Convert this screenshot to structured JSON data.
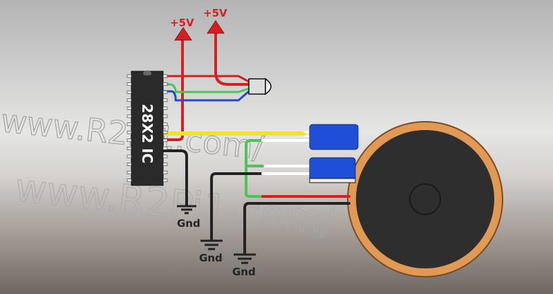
{
  "diagram": {
    "ic_label": "28X2 IC",
    "power_labels": [
      "+5V",
      "+5V"
    ],
    "ground_labels": [
      "Gnd",
      "Gnd",
      "Gnd"
    ],
    "watermark": "www.R2Pi1.com/",
    "colors": {
      "power": "#d42020",
      "yellow_wire": "#f2e22a",
      "green_wire": "#4fc25a",
      "blue_wire": "#2448c8",
      "capacitor": "#1f4fd6",
      "speaker_rim": "#e09a55",
      "speaker_cone": "#2e2e2e"
    }
  }
}
